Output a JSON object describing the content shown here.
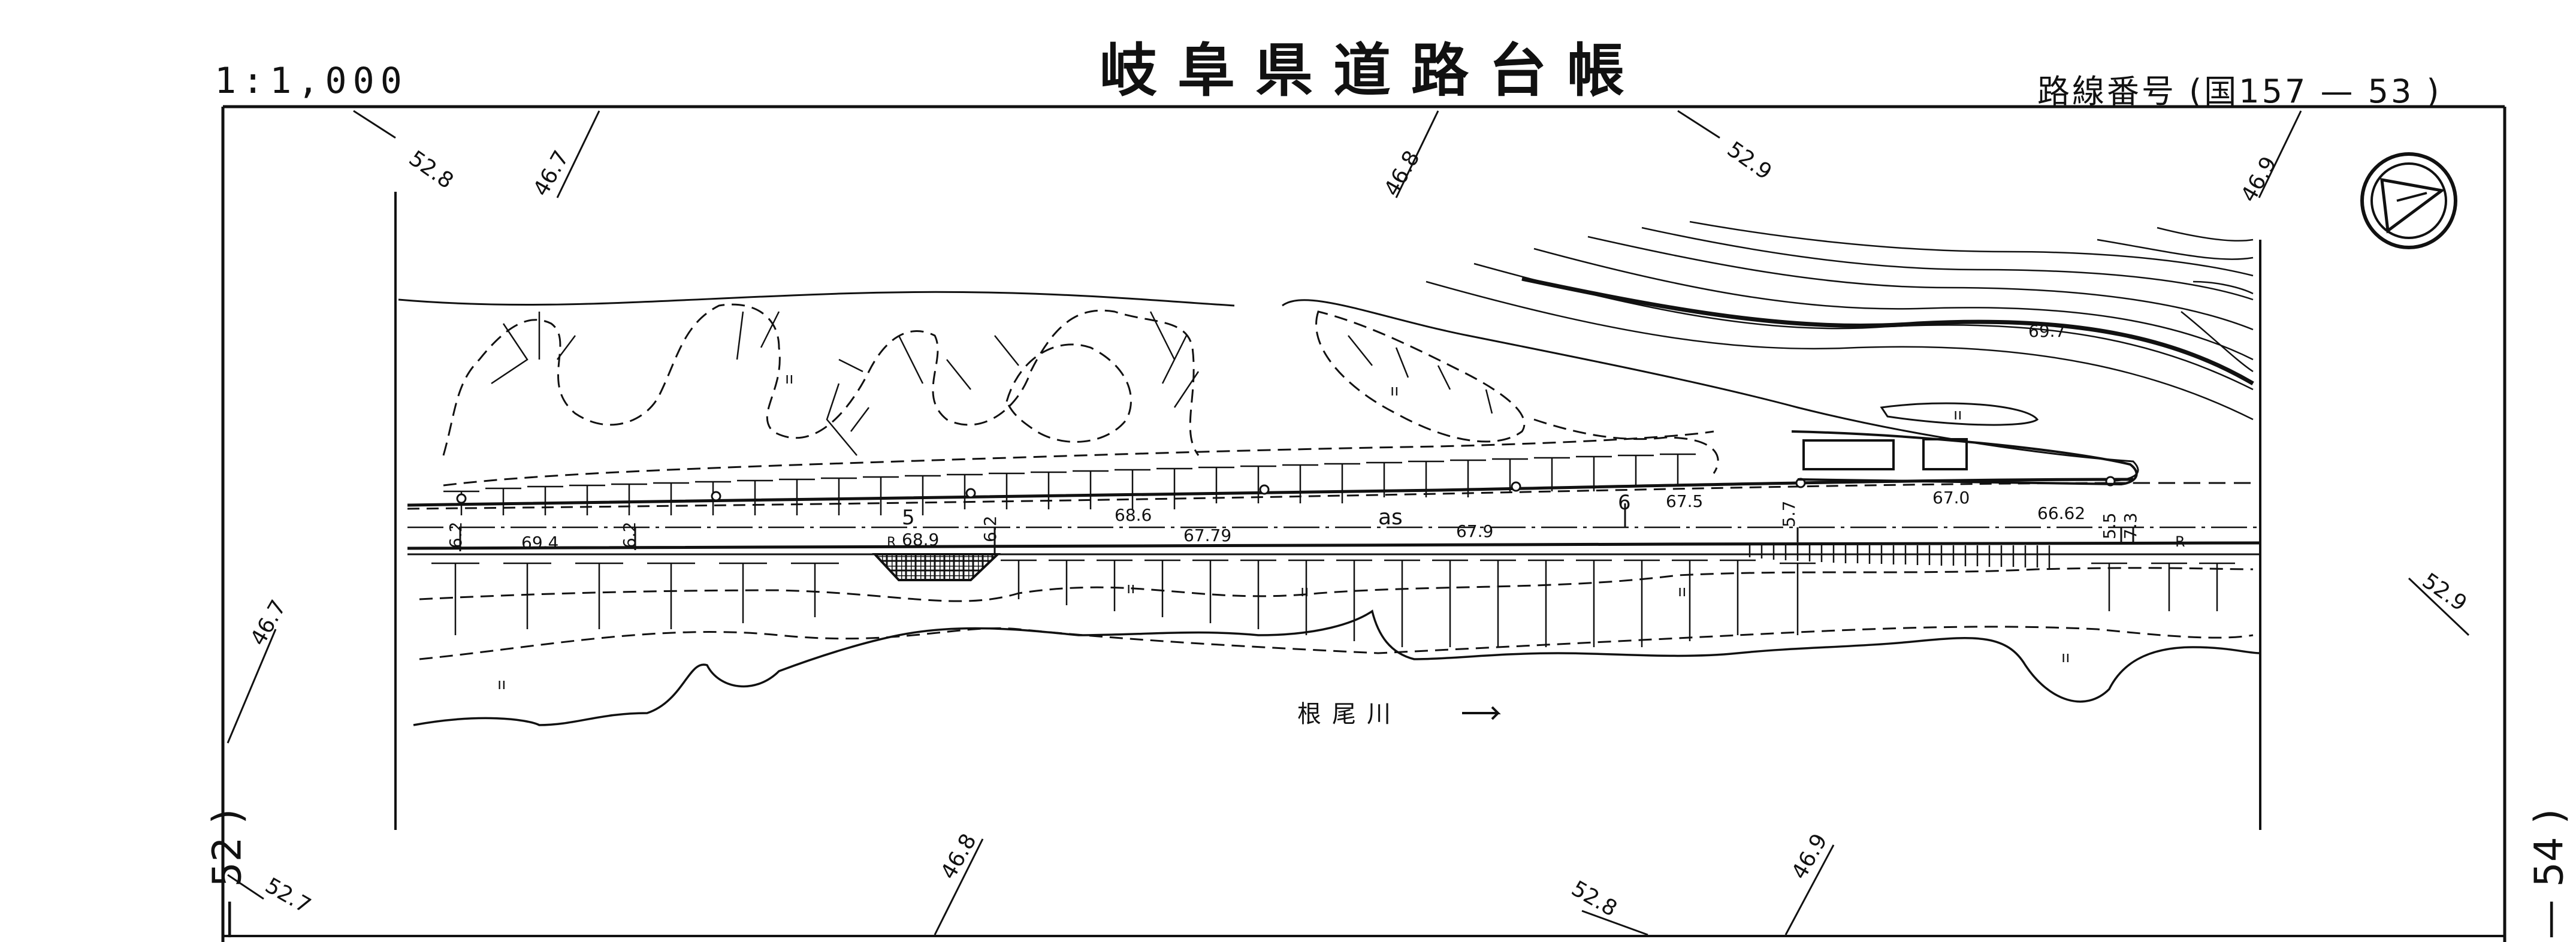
{
  "header": {
    "title": "岐阜県道路台帳",
    "scale": "1:1,000",
    "route_number": "路線番号 (国157 — 53 )"
  },
  "sheet_numbers": {
    "left": "— 52 )",
    "right": "— 54 )"
  },
  "grid_labels": [
    "52.8",
    "46.7",
    "46.8",
    "52.9",
    "46.9",
    "46.7",
    "52.9",
    "52.7",
    "46.8",
    "52.8",
    "46.9"
  ],
  "road_labels": {
    "stations": [
      "5",
      "6"
    ],
    "elevations": [
      "69.4",
      "68.9",
      "68.6",
      "67.79",
      "67.9",
      "67.5",
      "67.0",
      "66.62",
      "69.7"
    ],
    "widths": [
      "6.2",
      "6.2",
      "6.2",
      "5.7",
      "5.5",
      "7.3"
    ],
    "markers": [
      "as",
      "R",
      "R"
    ]
  },
  "river_label": "根尾川",
  "grass_symbol": "ıı",
  "colors": {
    "ink": "#111111",
    "paper": "#ffffff"
  },
  "icons": [
    "north-arrow-icon",
    "flow-arrow-icon"
  ]
}
